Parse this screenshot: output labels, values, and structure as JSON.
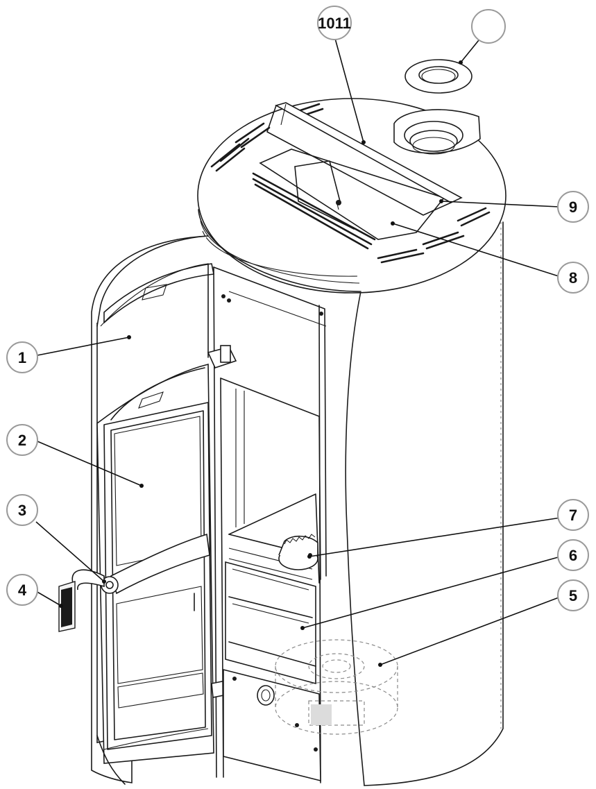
{
  "diagram": {
    "callouts": [
      {
        "id": "1011",
        "label": "1011"
      },
      {
        "id": "top",
        "label": ""
      },
      {
        "id": "9",
        "label": "9"
      },
      {
        "id": "8",
        "label": "8"
      },
      {
        "id": "1",
        "label": "1"
      },
      {
        "id": "2",
        "label": "2"
      },
      {
        "id": "3",
        "label": "3"
      },
      {
        "id": "4",
        "label": "4"
      },
      {
        "id": "7",
        "label": "7"
      },
      {
        "id": "6",
        "label": "6"
      },
      {
        "id": "5",
        "label": "5"
      }
    ]
  }
}
